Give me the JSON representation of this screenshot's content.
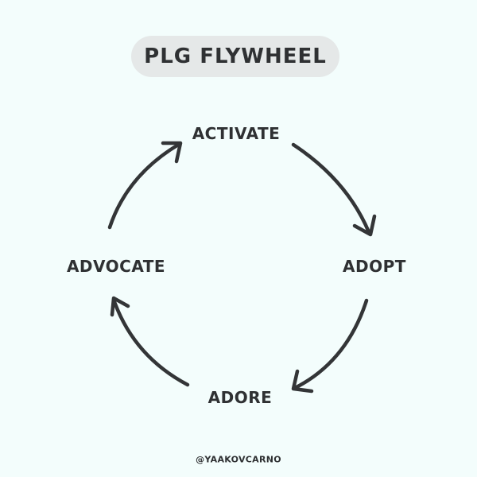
{
  "title": "PLG FLYWHEEL",
  "nodes": {
    "activate": "ACTIVATE",
    "adopt": "ADOPT",
    "adore": "ADORE",
    "advocate": "ADVOCATE"
  },
  "credit": "@YAAKOVCARNO",
  "colors": {
    "background": "#f3fdfc",
    "title_pill": "#e5e8e8",
    "ink": "#333537"
  }
}
